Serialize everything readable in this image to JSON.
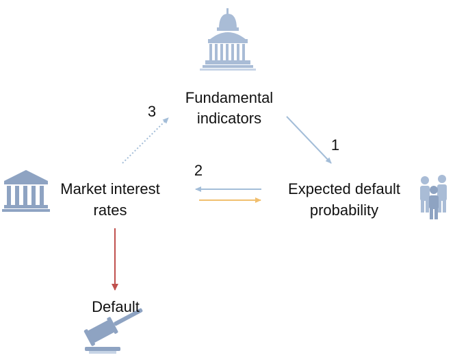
{
  "nodes": {
    "fundamental": {
      "line1": "Fundamental",
      "line2": "indicators"
    },
    "expected": {
      "line1": "Expected default",
      "line2": "probability"
    },
    "market": {
      "line1": "Market interest",
      "line2": "rates"
    },
    "default": {
      "label": "Default"
    }
  },
  "edges": {
    "one": "1",
    "two": "2",
    "three": "3"
  },
  "colors": {
    "icon": "#a9bcd6",
    "icon_dark": "#8ea3c2",
    "arrow_blue": "#a3bdd8",
    "arrow_orange": "#f1bf6e",
    "arrow_red": "#c0504d",
    "text": "#111111"
  },
  "icons": [
    "capitol-icon",
    "bank-icon",
    "people-icon",
    "gavel-icon"
  ]
}
